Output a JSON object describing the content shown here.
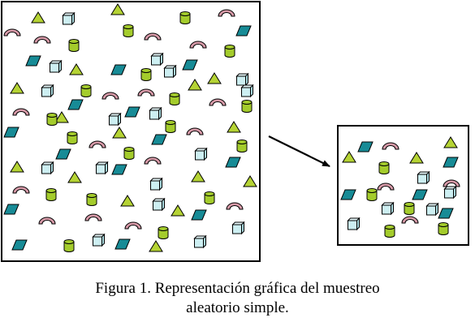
{
  "caption": {
    "line1": "Figura 1. Representación gráfica del muestreo",
    "line2": "aleatorio simple."
  },
  "colors": {
    "triangle": "#b5d334",
    "cylinder": "#a4cc2c",
    "arch": "#d79aa8",
    "parallelogram": "#178b96",
    "cube": "#cdeff2",
    "outline": "#000000"
  },
  "diagram": {
    "population_label": "",
    "sample_label": "",
    "shape_types": [
      "triangle",
      "cylinder",
      "arch",
      "parallelogram",
      "cube"
    ]
  }
}
